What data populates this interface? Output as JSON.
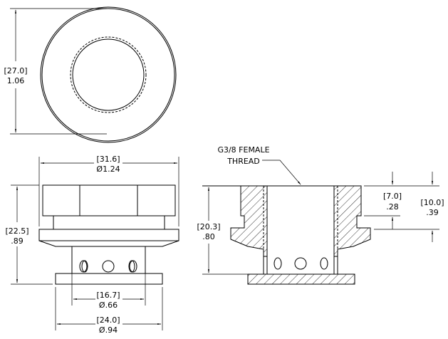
{
  "top_view": {
    "dim_height": {
      "metric": "[27.0]",
      "imperial": "1.06"
    }
  },
  "front_view": {
    "dim_diameter_top": {
      "metric": "[31.6]",
      "imperial": "Ø1.24"
    },
    "dim_height": {
      "metric": "[22.5]",
      "imperial": ".89"
    },
    "dim_inner_diameter": {
      "metric": "[16.7]",
      "imperial": "Ø.66"
    },
    "dim_base_diameter": {
      "metric": "[24.0]",
      "imperial": "Ø.94"
    }
  },
  "section_view": {
    "note_line1": "G3/8 FEMALE",
    "note_line2": "THREAD",
    "dim_thread_depth": {
      "metric": "[20.3]",
      "imperial": ".80"
    },
    "dim_top_height": {
      "metric": "[7.0]",
      "imperial": ".28"
    },
    "dim_flange_height": {
      "metric": "[10.0]",
      "imperial": ".39"
    }
  }
}
